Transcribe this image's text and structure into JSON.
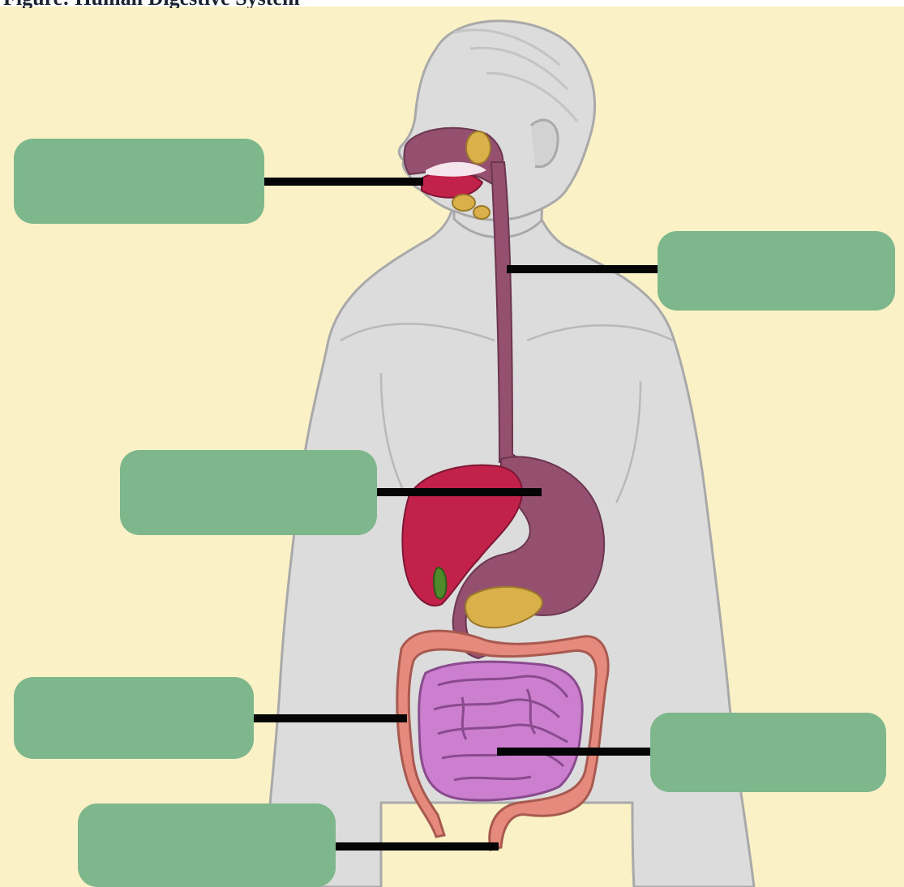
{
  "page": {
    "heading": "Figure: Human Digestive System"
  },
  "colors": {
    "background": "#fbf1c7",
    "body": "#dcdcdc",
    "body_outline": "#a9a9a9",
    "label_box": "#7db78b",
    "leader_line": "#050505",
    "mouth_esophagus_stomach": "#96506f",
    "liver": "#c2224a",
    "gallbladder": "#4f8a2c",
    "pancreas_glands": "#d9b04a",
    "large_intestine": "#e58a7c",
    "small_intestine": "#cc7fcf"
  },
  "labels": [
    {
      "id": "mouth",
      "text": ""
    },
    {
      "id": "esophagus",
      "text": ""
    },
    {
      "id": "stomach",
      "text": ""
    },
    {
      "id": "large-intestine",
      "text": ""
    },
    {
      "id": "small-intestine",
      "text": ""
    },
    {
      "id": "rectum",
      "text": ""
    }
  ]
}
